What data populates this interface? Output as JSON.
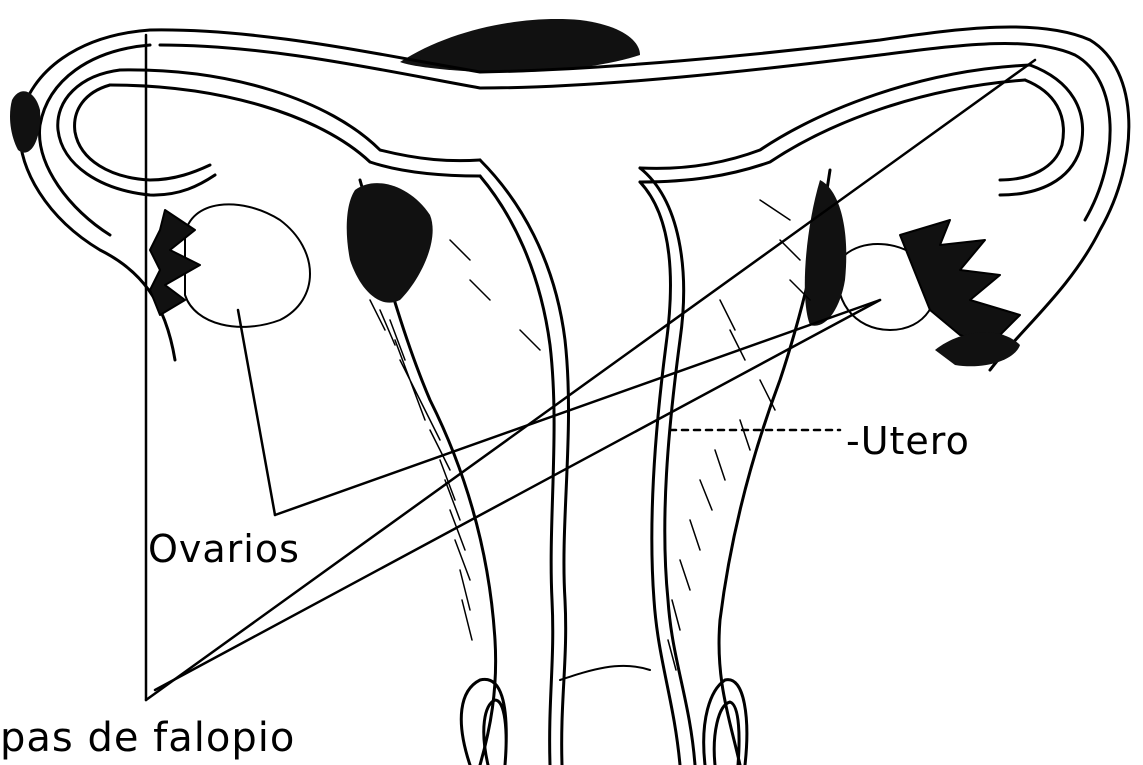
{
  "diagram": {
    "labels": {
      "utero": "-Utero",
      "ovarios": "Ovarios",
      "trompas": "pas de falopio"
    },
    "colors": {
      "ink": "#000000",
      "paper": "#ffffff"
    }
  }
}
